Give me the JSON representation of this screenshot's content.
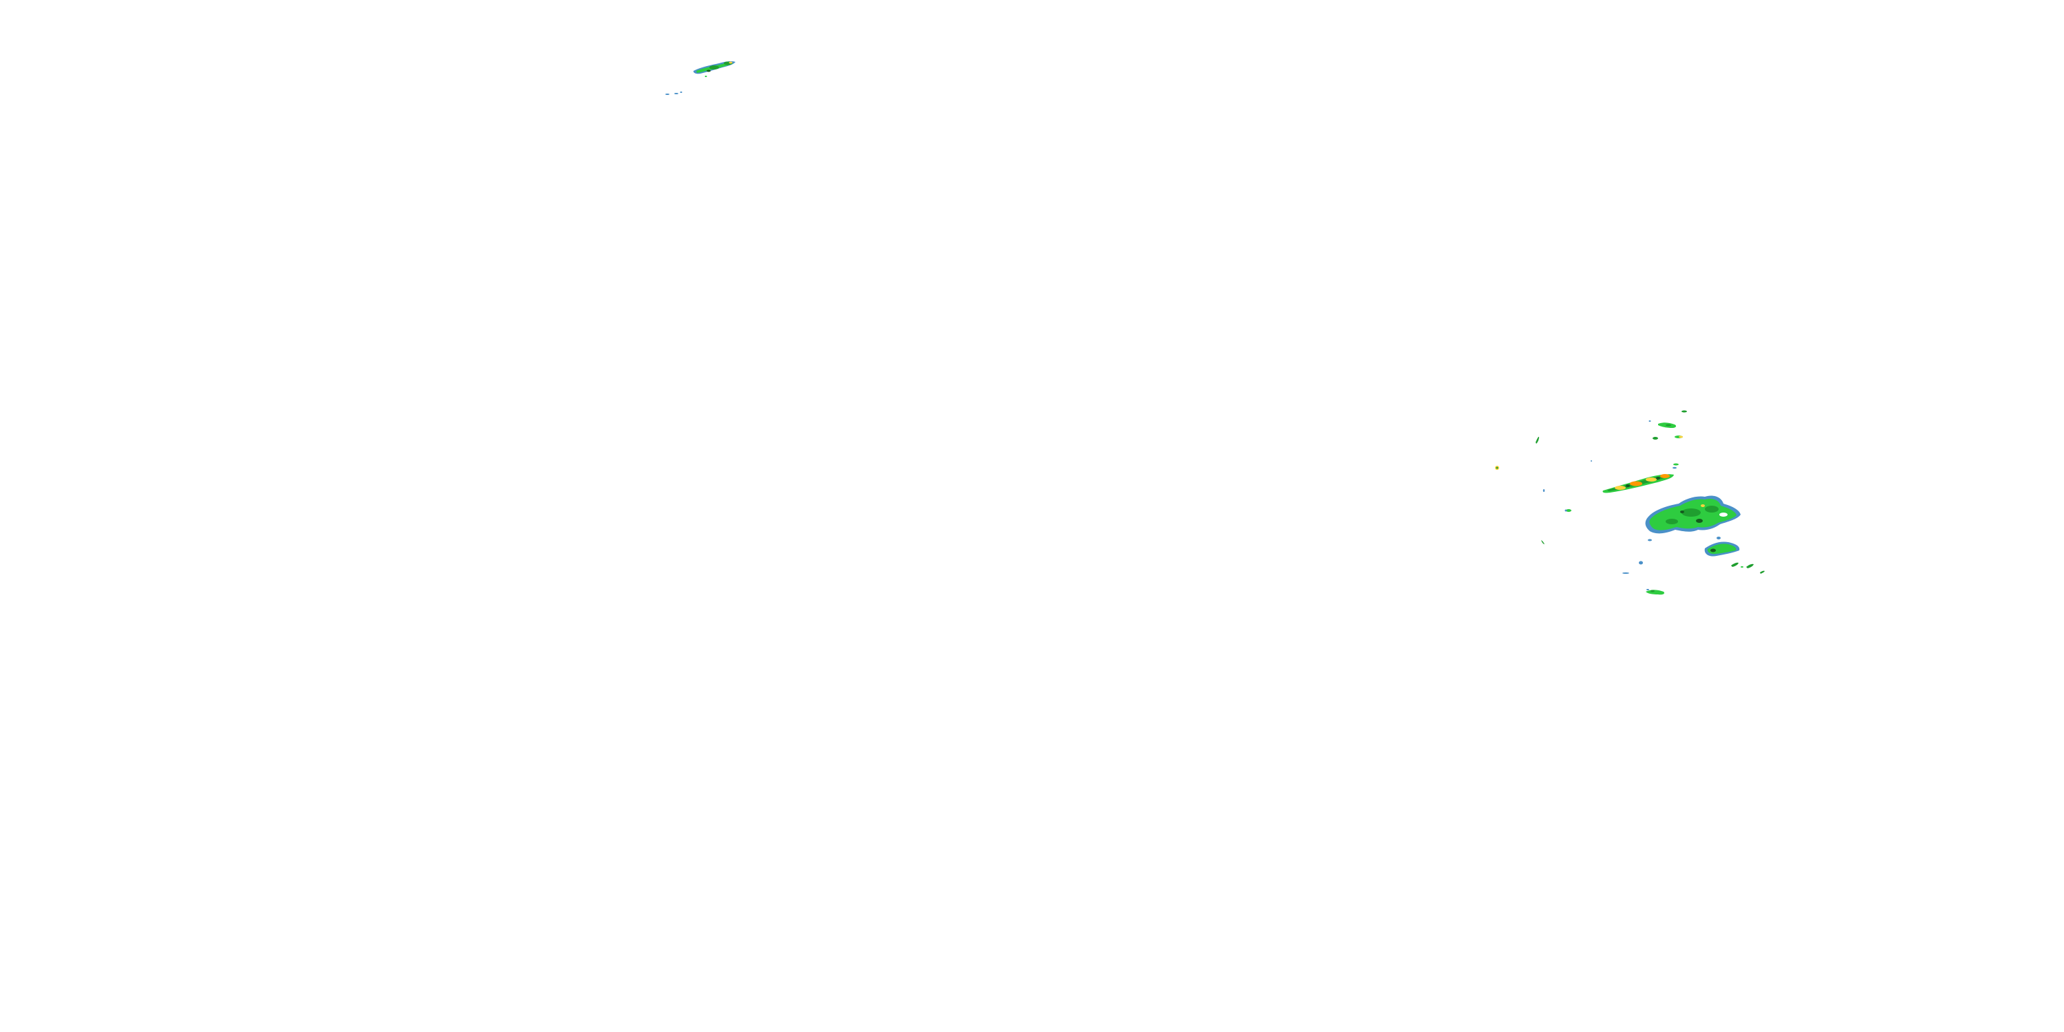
{
  "map": {
    "type": "weather-radar-reflectivity-overlay",
    "background_color": "#ffffff",
    "echo_colors": {
      "light": "#4a90c8",
      "moderate_light": "#2ecc40",
      "moderate": "#1f9e2f",
      "strong": "#ffd23f",
      "heavy": "#ff9800",
      "dark_core": "#145a1e"
    },
    "echo_regions": [
      {
        "name": "northwest-cluster",
        "intensity": "moderate"
      },
      {
        "name": "east-main-cluster",
        "intensity": "moderate"
      },
      {
        "name": "east-band-line",
        "intensity": "heavy"
      },
      {
        "name": "scattered-cells",
        "intensity": "light"
      }
    ]
  }
}
